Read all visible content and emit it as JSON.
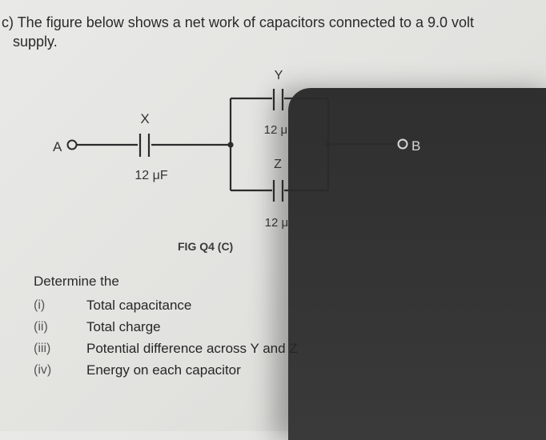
{
  "question": {
    "prefix": "c)",
    "line1": "The figure below shows a net work of capacitors connected to a 9.0 volt",
    "line2": "supply."
  },
  "figure": {
    "terminal_a": "A",
    "terminal_b": "B",
    "capacitor_x": {
      "name": "X",
      "value": "12 μF"
    },
    "capacitor_y": {
      "name": "Y",
      "value": "12 μF"
    },
    "capacitor_z": {
      "name": "Z",
      "value": "12 μF"
    },
    "caption": "FIG Q4 (C)"
  },
  "task": {
    "heading": "Determine the",
    "items": [
      {
        "num": "(i)",
        "text": "Total capacitance"
      },
      {
        "num": "(ii)",
        "text": "Total charge"
      },
      {
        "num": "(iii)",
        "text": "Potential difference across Y and Z"
      },
      {
        "num": "(iv)",
        "text": "Energy on each capacitor"
      }
    ]
  }
}
